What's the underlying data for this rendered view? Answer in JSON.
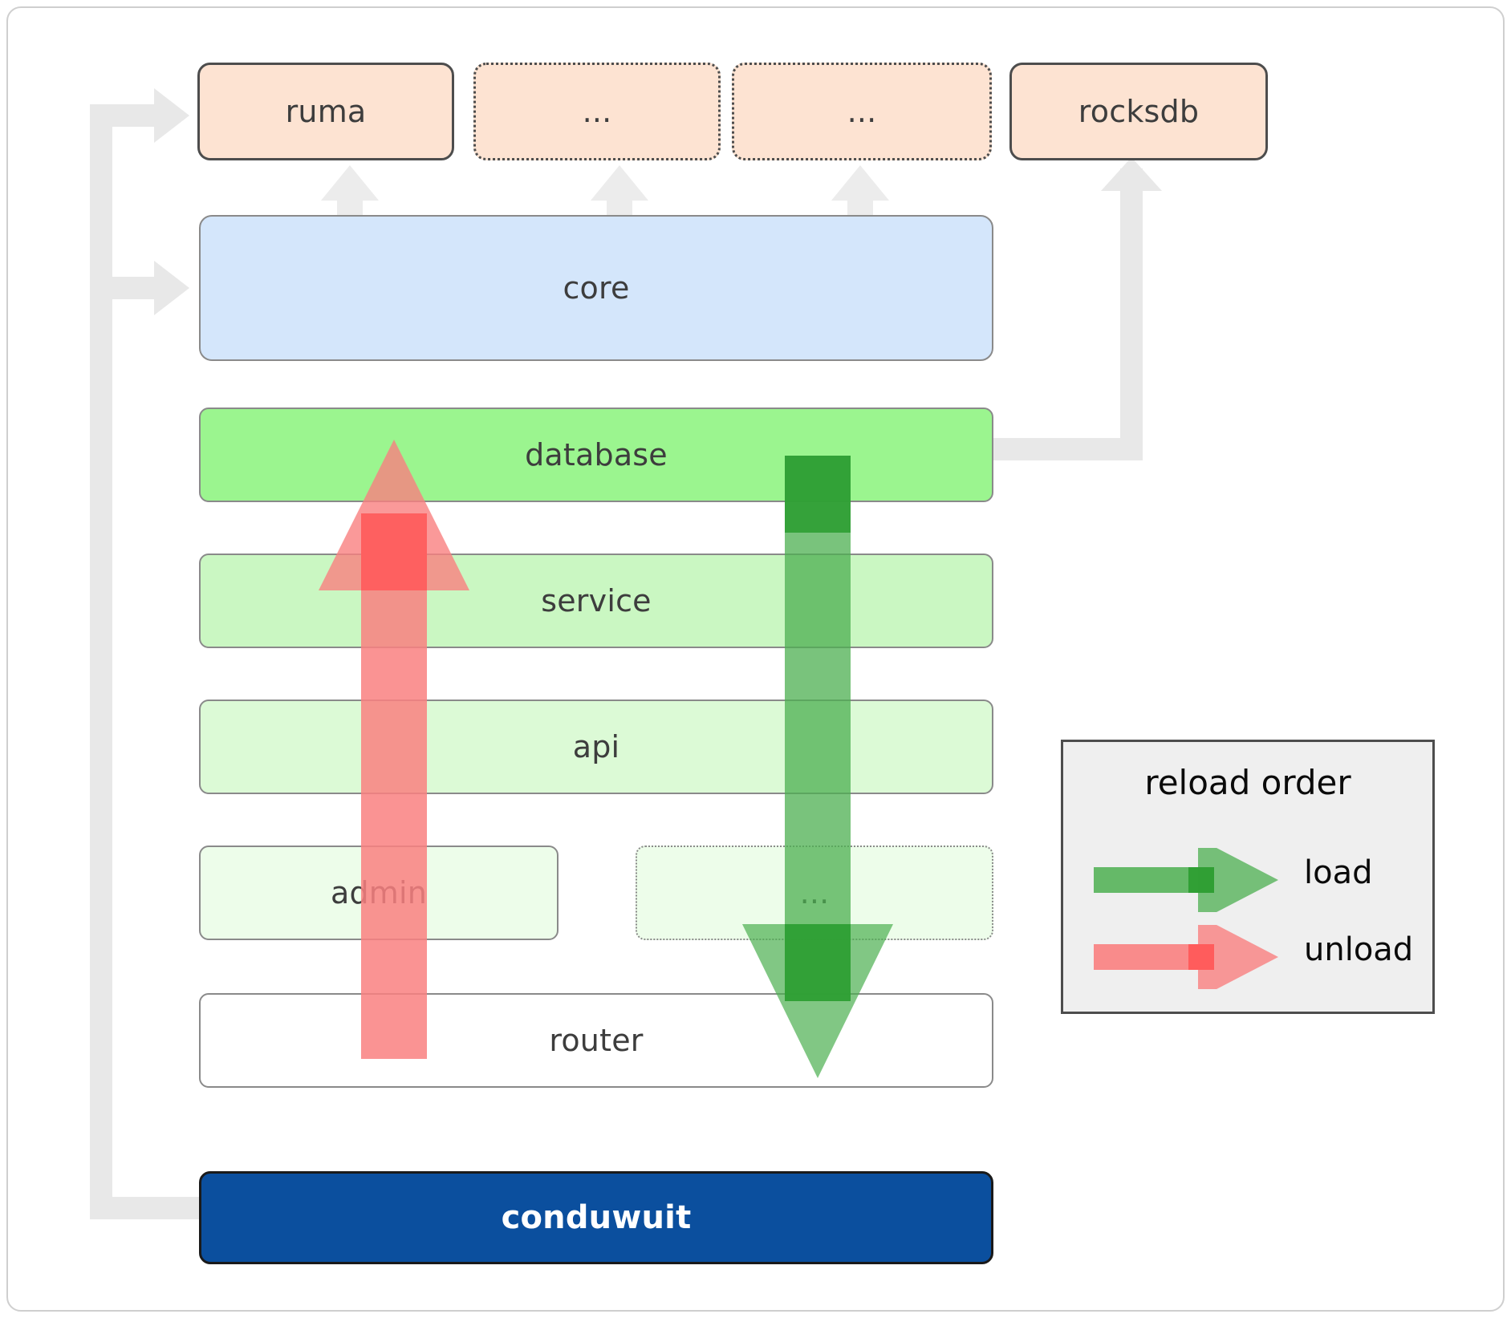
{
  "diagram": {
    "title": "conduwuit crate architecture / reload order",
    "dependencies_row": [
      {
        "name": "ruma",
        "label": "ruma",
        "style": "solid"
      },
      {
        "name": "dots-1",
        "label": "...",
        "style": "dotted"
      },
      {
        "name": "dots-2",
        "label": "...",
        "style": "dotted"
      },
      {
        "name": "rocksdb",
        "label": "rocksdb",
        "style": "solid"
      }
    ],
    "core": {
      "label": "core"
    },
    "layers": [
      {
        "name": "database",
        "label": "database",
        "style": "solid"
      },
      {
        "name": "service",
        "label": "service",
        "style": "solid"
      },
      {
        "name": "api",
        "label": "api",
        "style": "solid"
      },
      {
        "name": "admin",
        "label": "admin",
        "style": "solid"
      },
      {
        "name": "dots-3",
        "label": "...",
        "style": "dotted"
      },
      {
        "name": "router",
        "label": "router",
        "style": "solid"
      }
    ],
    "root": {
      "label": "conduwuit"
    },
    "legend": {
      "title": "reload order",
      "items": [
        {
          "name": "load",
          "label": "load",
          "color": "#4caf50"
        },
        {
          "name": "unload",
          "label": "unload",
          "color": "#f98080"
        }
      ]
    },
    "colors": {
      "dependency_fill": "#fde3d2",
      "core_fill": "#d4e6fb",
      "database_fill": "#9bf58f",
      "service_fill": "#caf7c2",
      "api_fill": "#dcfad6",
      "admin_fill": "#edfdea",
      "router_fill": "#ffffff",
      "root_fill": "#0b4f9e",
      "load_arrow": "#4caf50",
      "unload_arrow": "#f98080",
      "connector": "#e8e8e8",
      "legend_bg": "#efefef"
    }
  }
}
